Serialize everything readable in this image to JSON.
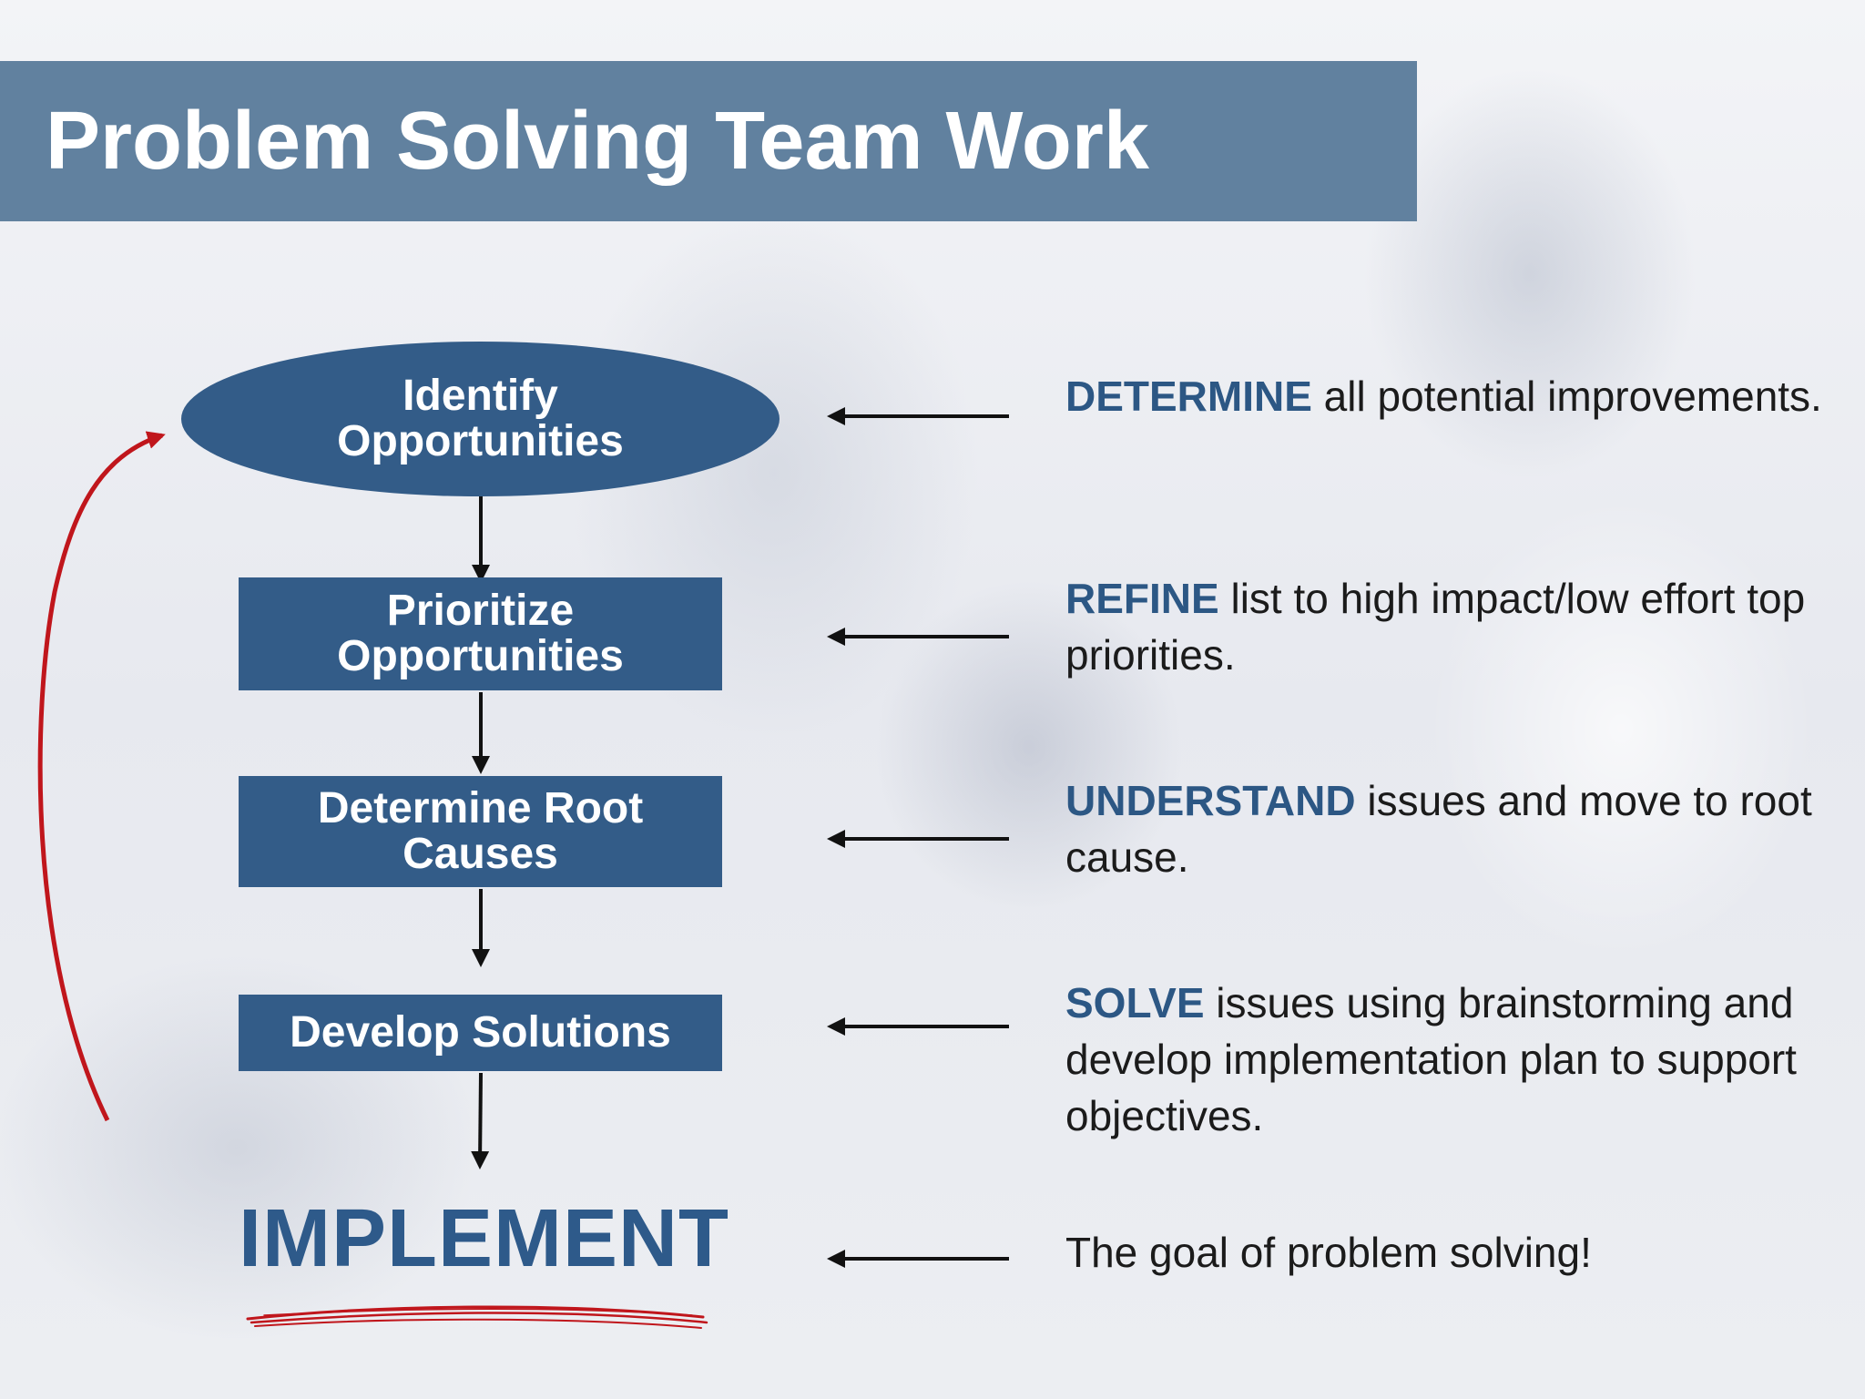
{
  "title": "Problem Solving Team Work",
  "colors": {
    "banner": "#61819f",
    "node_fill": "#335c88",
    "implement_text": "#2e5a8a",
    "keyword": "#2c5784",
    "loop_arrow": "#c0161c"
  },
  "steps": [
    {
      "line1": "Identify",
      "line2": "Opportunities",
      "shape": "ellipse"
    },
    {
      "line1": "Prioritize",
      "line2": "Opportunities",
      "shape": "rectangle"
    },
    {
      "line1": "Determine Root",
      "line2": "Causes",
      "shape": "rectangle"
    },
    {
      "line1": "Develop Solutions",
      "line2": "",
      "shape": "rectangle"
    }
  ],
  "final_step": "IMPLEMENT",
  "descriptions": [
    {
      "keyword": "DETERMINE",
      "rest": " all potential improvements."
    },
    {
      "keyword": "REFINE",
      "rest": " list to high impact/low effort top priorities."
    },
    {
      "keyword": "UNDERSTAND",
      "rest": " issues and move to root cause."
    },
    {
      "keyword": "SOLVE",
      "rest": " issues using brainstorming and develop implementation plan to support objectives."
    },
    {
      "keyword": "",
      "rest": "The goal of problem solving!"
    }
  ]
}
